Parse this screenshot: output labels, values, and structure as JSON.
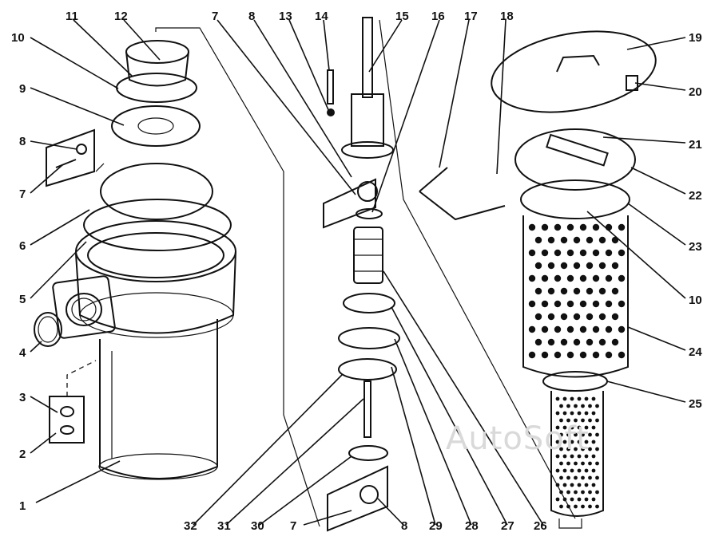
{
  "diagram": {
    "watermark": "AutoSoft",
    "callouts": [
      {
        "id": "c1",
        "text": "1"
      },
      {
        "id": "c2",
        "text": "2"
      },
      {
        "id": "c3",
        "text": "3"
      },
      {
        "id": "c4",
        "text": "4"
      },
      {
        "id": "c5",
        "text": "5"
      },
      {
        "id": "c6",
        "text": "6"
      },
      {
        "id": "c7a",
        "text": "7"
      },
      {
        "id": "c8a",
        "text": "8"
      },
      {
        "id": "c9",
        "text": "9"
      },
      {
        "id": "c10a",
        "text": "10"
      },
      {
        "id": "c11",
        "text": "11"
      },
      {
        "id": "c12",
        "text": "12"
      },
      {
        "id": "c7b",
        "text": "7"
      },
      {
        "id": "c8b",
        "text": "8"
      },
      {
        "id": "c13",
        "text": "13"
      },
      {
        "id": "c14",
        "text": "14"
      },
      {
        "id": "c15",
        "text": "15"
      },
      {
        "id": "c16",
        "text": "16"
      },
      {
        "id": "c17",
        "text": "17"
      },
      {
        "id": "c18",
        "text": "18"
      },
      {
        "id": "c19",
        "text": "19"
      },
      {
        "id": "c20",
        "text": "20"
      },
      {
        "id": "c21",
        "text": "21"
      },
      {
        "id": "c22",
        "text": "22"
      },
      {
        "id": "c23",
        "text": "23"
      },
      {
        "id": "c10b",
        "text": "10"
      },
      {
        "id": "c24",
        "text": "24"
      },
      {
        "id": "c25",
        "text": "25"
      },
      {
        "id": "c32",
        "text": "32"
      },
      {
        "id": "c31",
        "text": "31"
      },
      {
        "id": "c30",
        "text": "30"
      },
      {
        "id": "c7c",
        "text": "7"
      },
      {
        "id": "c8c",
        "text": "8"
      },
      {
        "id": "c29",
        "text": "29"
      },
      {
        "id": "c28",
        "text": "28"
      },
      {
        "id": "c27",
        "text": "27"
      },
      {
        "id": "c26",
        "text": "26"
      }
    ]
  }
}
